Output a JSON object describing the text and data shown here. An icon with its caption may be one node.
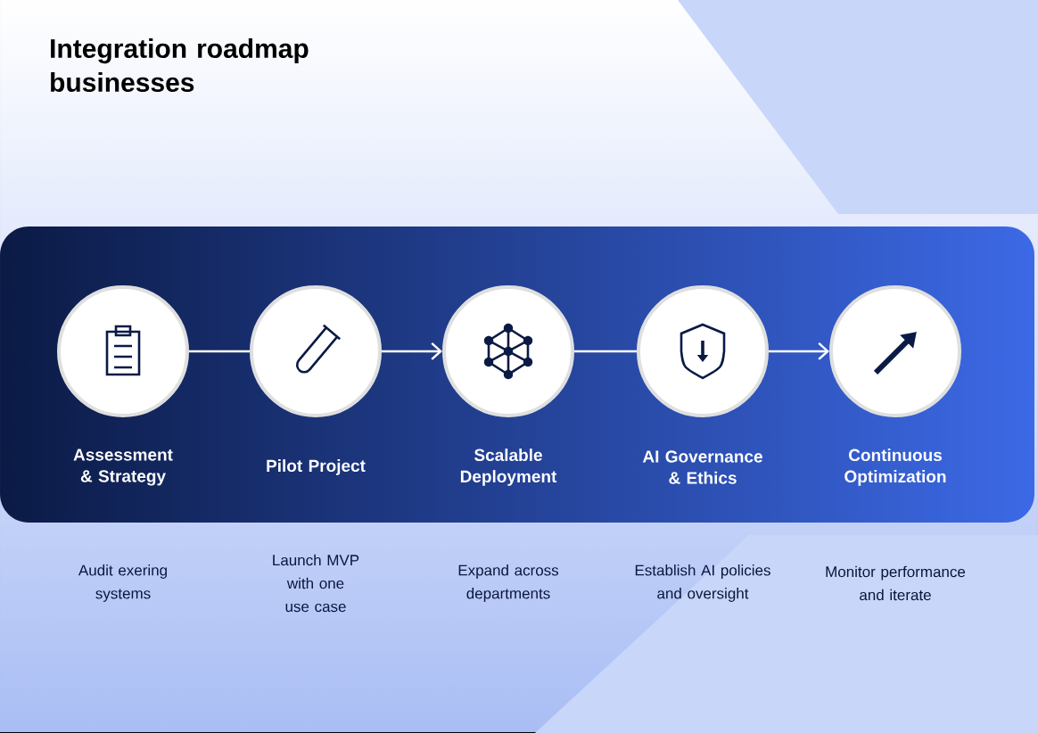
{
  "diagram": {
    "title": "Integration roadmap businesses",
    "nodes": [
      {
        "text": [
          "Assessment & Strategy"
        ]
      },
      {
        "text": [
          "Pilot Project"
        ]
      },
      {
        "text": [
          "Scalable Deployment"
        ]
      },
      {
        "text": [
          "AI Governance & Ethics"
        ]
      },
      {
        "text": [
          "Continuous Optimization"
        ]
      }
    ],
    "labels": [
      "Audit exering systems",
      "Launch MVP with one use case",
      "Expand across departments",
      "Establish AI policies and oversight",
      "Monitor performance and iterate"
    ],
    "edges": [
      {
        "from": 0,
        "to": 1,
        "arrow": "none"
      },
      {
        "from": 1,
        "to": 2,
        "arrow": "to"
      },
      {
        "from": 2,
        "to": 3,
        "arrow": "none"
      },
      {
        "from": 3,
        "to": 4,
        "arrow": "to"
      }
    ]
  }
}
